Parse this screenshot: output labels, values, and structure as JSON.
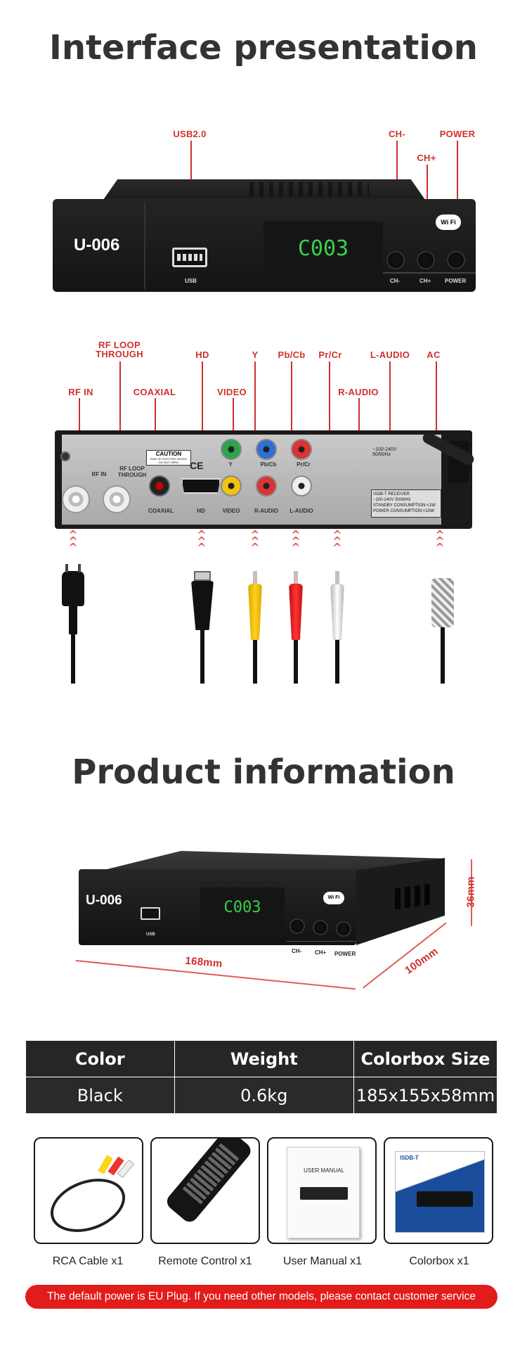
{
  "sections": {
    "interface_title": "Interface presentation",
    "product_title": "Product information"
  },
  "front": {
    "model": "U-006",
    "lcd": "C003",
    "usb_port_label": "USB",
    "wifi_badge": "Wi Fi",
    "button_labels": [
      "CH-",
      "CH+",
      "POWER"
    ],
    "callouts": {
      "usb": "USB2.0",
      "ch_minus": "CH-",
      "ch_plus": "CH+",
      "power": "POWER"
    }
  },
  "rear": {
    "callouts": {
      "rf_loop": "RF LOOP\nTHROUGH",
      "hd": "HD",
      "y": "Y",
      "pb": "Pb/Cb",
      "pr": "Pr/Cr",
      "l_audio": "L-AUDIO",
      "ac": "AC",
      "rf_in": "RF IN",
      "coaxial": "COAXIAL",
      "video": "VIDEO",
      "r_audio": "R-AUDIO"
    },
    "panel_labels": {
      "rf_in": "RF IN",
      "rf_loop": "RF LOOP\nTHROUGH",
      "coaxial": "COAXIAL",
      "hd": "HD",
      "video": "VIDEO",
      "r_audio": "R-AUDIO",
      "l_audio": "L-AUDIO",
      "y": "Y",
      "pb": "Pb/Cb",
      "pr": "Pr/Cr",
      "caution": "CAUTION",
      "caution_sub": "RISK OF ELECTRIC SHOCK\nDO NOT OPEN",
      "voltage": "~100-240V\n50/60Hz",
      "sticker": "ISDB-T RECEIVER\n~100-240V 50/60Hz\nSTANDBY CONSUMPTION:<1W\nPOWER CONSUMPTION:<10W"
    }
  },
  "product": {
    "model": "U-006",
    "lcd": "C003",
    "usb_port_label": "USB",
    "wifi_badge": "Wi Fi",
    "button_labels": [
      "CH-",
      "CH+",
      "POWER"
    ],
    "dims": {
      "width": "168mm",
      "depth": "100mm",
      "height": "36mm"
    }
  },
  "spec_table": {
    "headers": [
      "Color",
      "Weight",
      "Colorbox Size"
    ],
    "values": [
      "Black",
      "0.6kg",
      "185x155x58mm"
    ]
  },
  "accessories": [
    {
      "label": "RCA Cable x1",
      "icon": "rca-cable-icon"
    },
    {
      "label": "Remote Control x1",
      "icon": "remote-control-icon"
    },
    {
      "label": "User Manual x1",
      "icon": "user-manual-icon",
      "cover_title": "USER MANUAL"
    },
    {
      "label": "Colorbox x1",
      "icon": "colorbox-icon",
      "box_brand": "ISDB-T"
    }
  ],
  "notice": "The default power is EU Plug. If you need other models, please contact customer service",
  "colors": {
    "accent": "#d0302c",
    "banner": "#e21b1b",
    "lcd": "#38d24a",
    "device": "#1a1a1a"
  }
}
